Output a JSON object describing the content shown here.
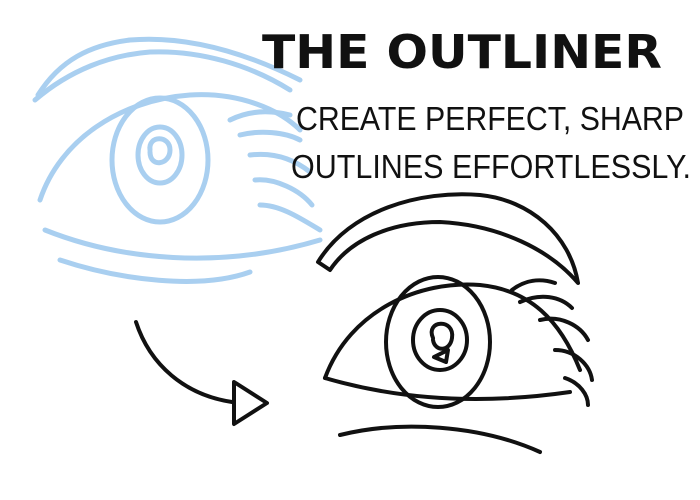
{
  "title": "THE OUTLINER",
  "subtitle_lines": [
    "CREATE PERFECT, SHARP",
    "OUTLINES EFFORTLESSLY."
  ],
  "colors": {
    "sketch": "#a9cff0",
    "ink": "#111111"
  }
}
